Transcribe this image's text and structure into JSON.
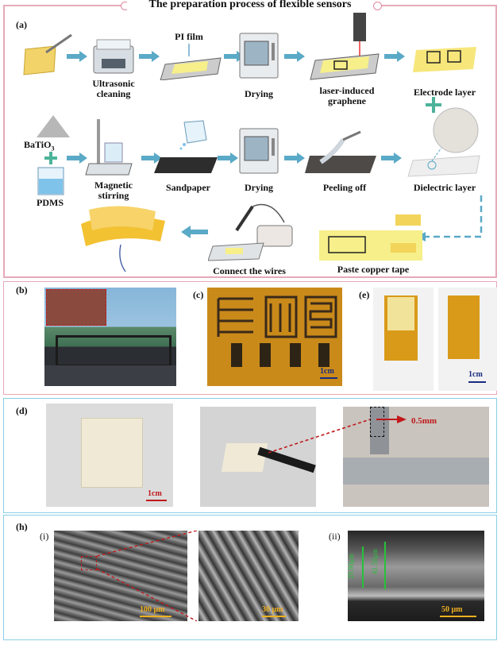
{
  "title": "The preparation process of flexible sensors",
  "panel_a": {
    "label": "(a)",
    "row1": {
      "pi_film": "PI film",
      "ultrasonic_line1": "Ultrasonic",
      "ultrasonic_line2": "cleaning",
      "drying": "Drying",
      "laser_line1": "laser-induced",
      "laser_line2": "graphene",
      "electrode": "Electrode layer"
    },
    "row2": {
      "batio3": "BaTiO",
      "batio3_sub": "3",
      "pdms": "PDMS",
      "magnetic_line1": "Magnetic",
      "magnetic_line2": "stirring",
      "sandpaper": "Sandpaper",
      "drying": "Drying",
      "peeling": "Peeling off",
      "dielectric": "Dielectric layer"
    },
    "row3": {
      "connect": "Connect the wires",
      "paste": "Paste copper tape"
    }
  },
  "panel_b": {
    "label": "(b)"
  },
  "panel_c": {
    "label": "(c)",
    "scale": "1cm"
  },
  "panel_e": {
    "label": "(e)",
    "scale": "1cm"
  },
  "panel_d": {
    "label": "(d)",
    "scale": "1cm",
    "thickness": "0.5mm"
  },
  "panel_h": {
    "label": "(h)",
    "sub_i": "(i)",
    "sub_ii": "(ii)",
    "scale1": "100 μm",
    "scale2": "30 μm",
    "scale3": "50 μm",
    "meas1": "29.90μm",
    "meas2": "41.50μm"
  },
  "colors": {
    "frame_pink": "#e6a9b8",
    "frame_blue": "#8ccde6",
    "arrow": "#5aa9c7",
    "gold": "#d9a520",
    "red": "#c0181b"
  }
}
